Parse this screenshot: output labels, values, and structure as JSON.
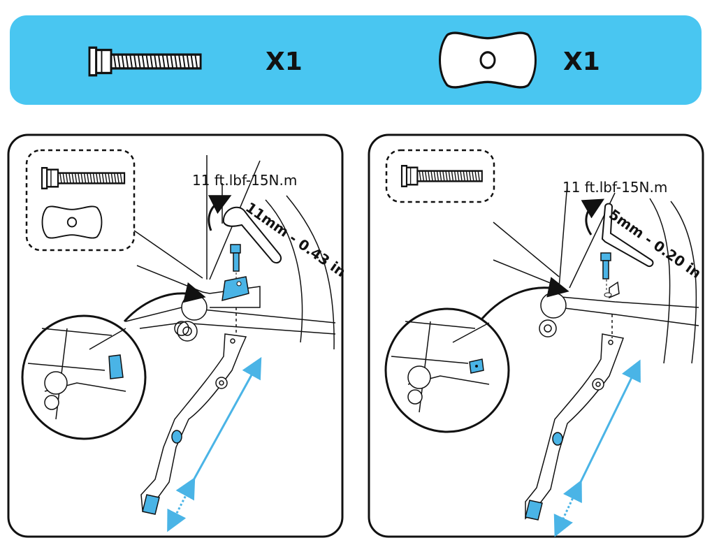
{
  "colors": {
    "accent": "#49c6f1",
    "part_highlight": "#4ab4e6",
    "line": "#111111",
    "panel_bg": "#ffffff"
  },
  "parts_bar": {
    "items": [
      {
        "icon": "flange-bolt-icon",
        "quantity": "X1"
      },
      {
        "icon": "mounting-plate-icon",
        "quantity": "X1"
      }
    ]
  },
  "steps": [
    {
      "parts_needed": [
        "flange-bolt-icon",
        "mounting-plate-icon"
      ],
      "torque": "11 ft.lbf-15N.m",
      "tool": "wrench-icon",
      "tool_size": "11mm - 0.43 in"
    },
    {
      "parts_needed": [
        "flange-bolt-icon"
      ],
      "torque": "11 ft.lbf-15N.m",
      "tool": "hex-key-icon",
      "tool_size": "5mm - 0.20 in"
    }
  ]
}
